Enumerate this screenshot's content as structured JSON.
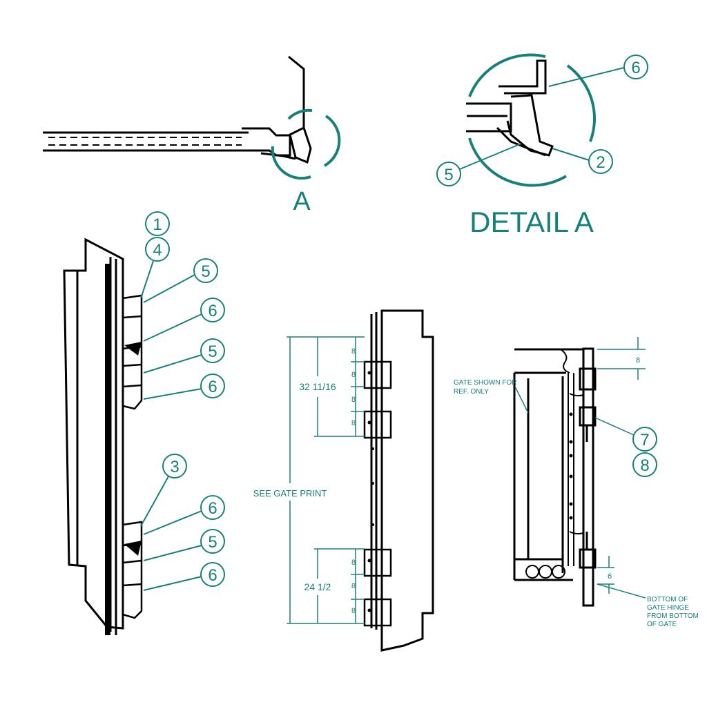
{
  "colors": {
    "accent": "#17807a",
    "line": "#000000",
    "background": "#ffffff"
  },
  "detail": {
    "marker": "A",
    "title": "DETAIL A",
    "callouts": [
      "6",
      "2",
      "5"
    ]
  },
  "side_view": {
    "callouts": [
      "1",
      "4",
      "5",
      "6",
      "5",
      "6",
      "3",
      "6",
      "5",
      "6"
    ]
  },
  "front_view": {
    "dim_upper": "32 11/16",
    "dim_lower": "24 1/2",
    "dim_overall": "SEE GATE PRINT",
    "hinge_dim": "8"
  },
  "gate_view": {
    "note_gate": [
      "GATE SHOWN FOR",
      "REF. ONLY"
    ],
    "note_bottom": [
      "BOTTOM OF",
      "GATE HINGE",
      "FROM BOTTOM",
      "OF GATE"
    ],
    "dim_top": "8",
    "dim_bottom": "6",
    "callouts": [
      "7",
      "8"
    ]
  }
}
